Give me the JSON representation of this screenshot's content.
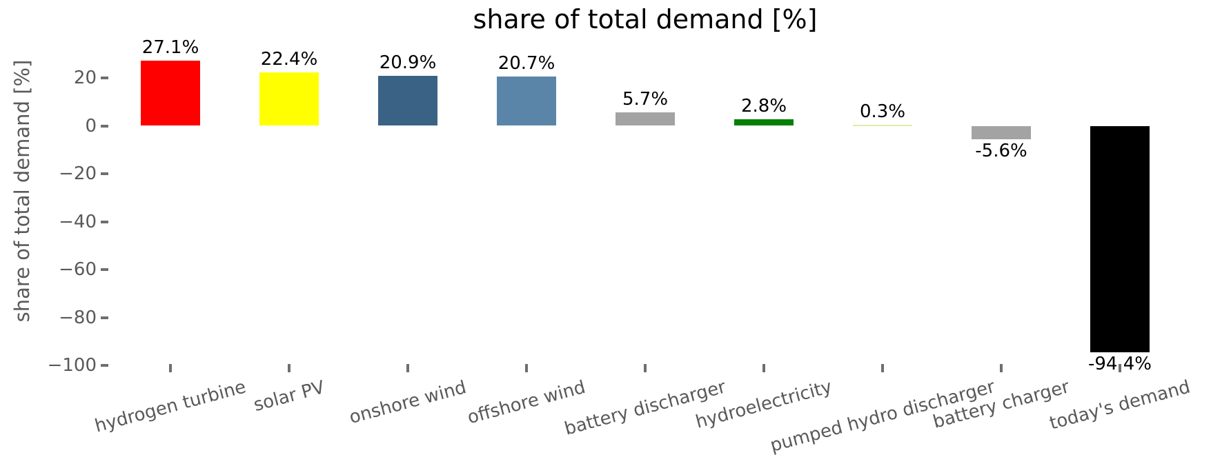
{
  "chart_data": {
    "type": "bar",
    "title": "share of total demand [%]",
    "ylabel": "share of total demand [%]",
    "xlabel": "",
    "categories": [
      "hydrogen turbine",
      "solar PV",
      "onshore wind",
      "offshore wind",
      "battery discharger",
      "hydroelectricity",
      "pumped hydro discharger",
      "battery charger",
      "today's demand"
    ],
    "values": [
      27.1,
      22.4,
      20.9,
      20.7,
      5.7,
      2.8,
      0.3,
      -5.6,
      -94.4
    ],
    "value_labels": [
      "27.1%",
      "22.4%",
      "20.9%",
      "20.7%",
      "5.7%",
      "2.8%",
      "0.3%",
      "-5.6%",
      "-94.4%"
    ],
    "bar_colors": [
      "#ff0000",
      "#ffff00",
      "#3a6285",
      "#5a85a8",
      "#a3a3a3",
      "#058005",
      "#e1ecaa",
      "#a3a3a3",
      "#000000"
    ],
    "yticks": [
      20,
      0,
      -20,
      -40,
      -60,
      -80,
      -100
    ],
    "ytick_labels": [
      "20",
      "0",
      "−20",
      "−40",
      "−60",
      "−80",
      "−100"
    ],
    "ylim": [
      -105,
      37
    ],
    "grid": false,
    "legend": null,
    "xtick_rotation_deg": 15,
    "tick_label_color": "#595959",
    "value_label_color": "#000000",
    "title_color": "#000000"
  }
}
